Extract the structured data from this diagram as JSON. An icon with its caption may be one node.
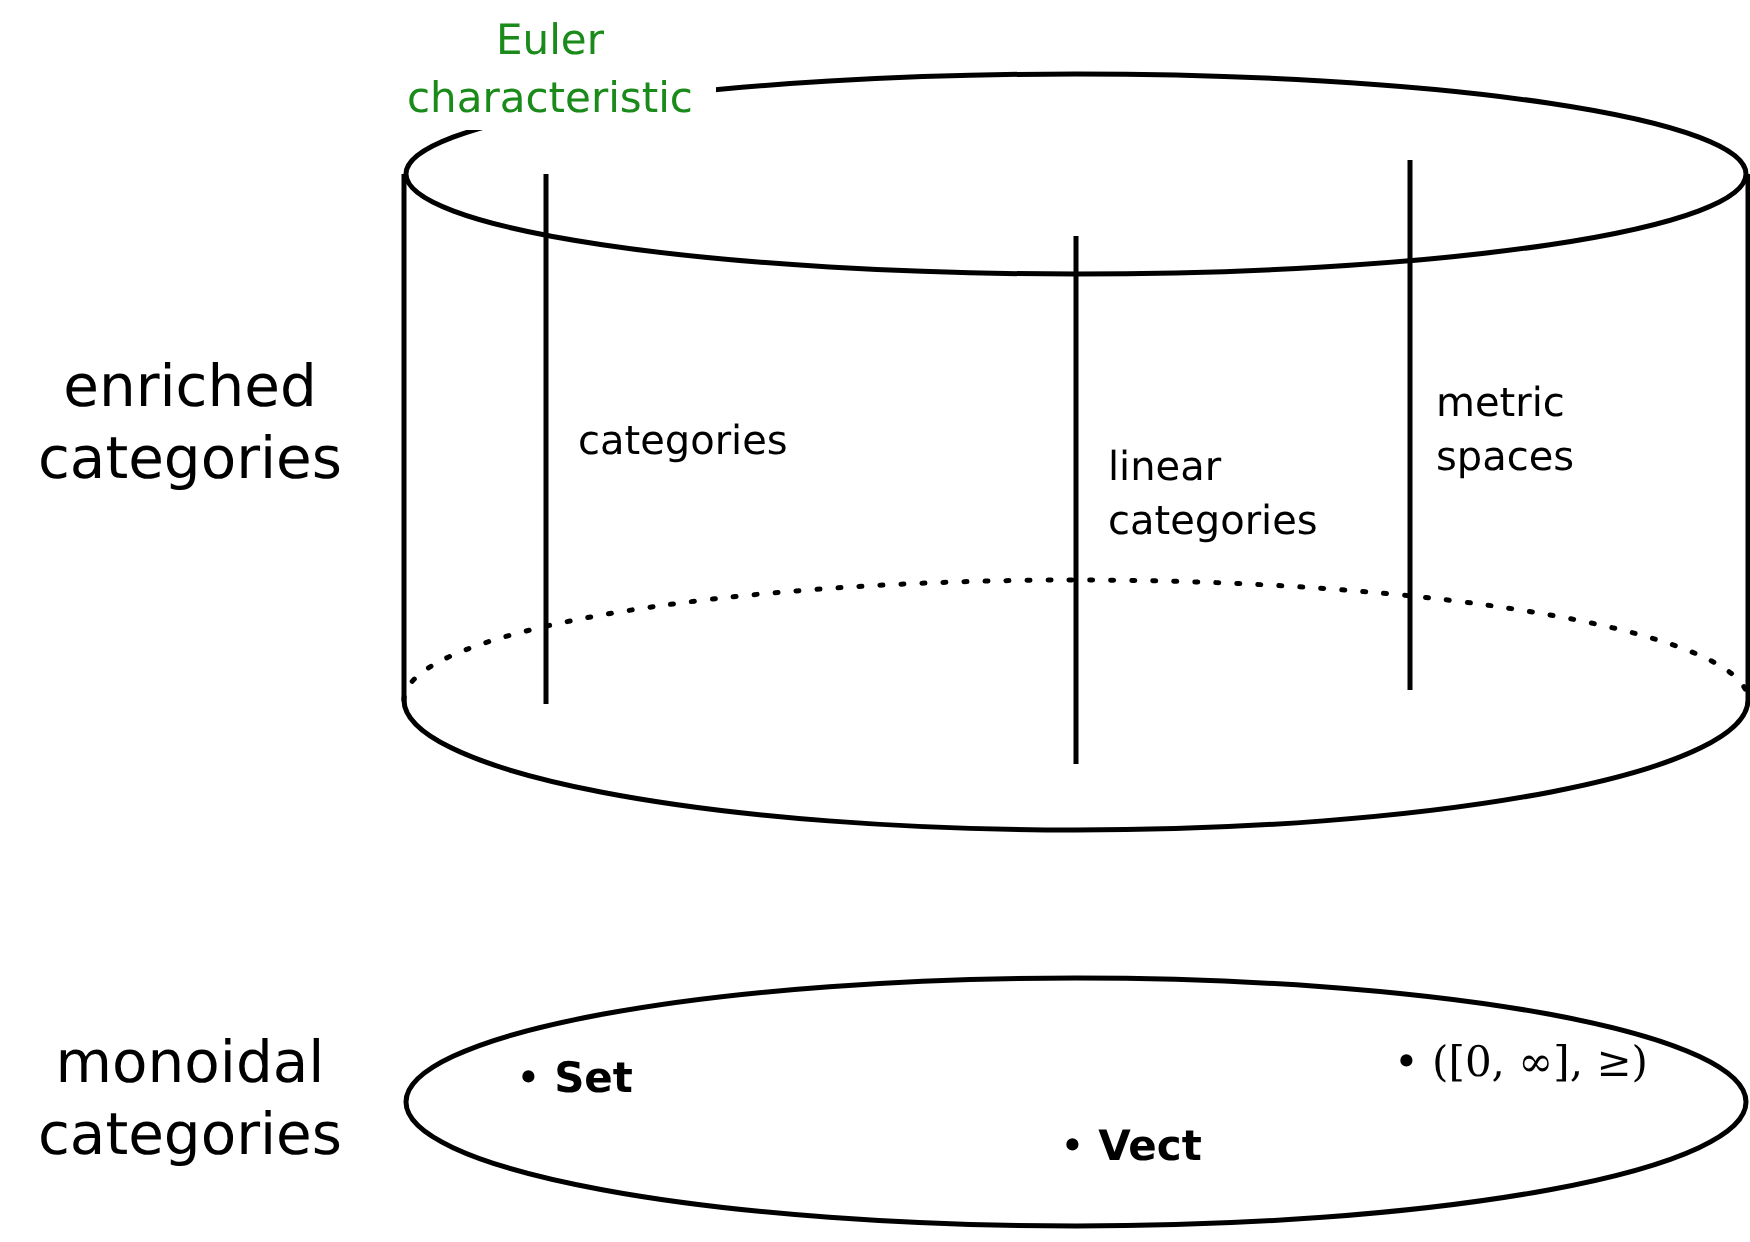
{
  "diagram": {
    "nodes": [
      {
        "text": [],
        "shape": "cylinder",
        "beside": [
          "enriched categories"
        ]
      },
      {
        "text": [
          "categories"
        ],
        "in": 0
      },
      {
        "text": [
          "linear categories"
        ],
        "in": 0
      },
      {
        "text": [
          "metric spaces"
        ],
        "in": 0
      },
      {
        "text": [],
        "shape": "ellipse",
        "beside": [
          "monoidal categories"
        ]
      },
      {
        "text": [
          "• **Set**"
        ],
        "in": 4
      },
      {
        "text": [
          "• **Vect**"
        ],
        "in": 4
      },
      {
        "text": [
          "• ([0, ∞], ≥)"
        ],
        "in": 4
      }
    ],
    "edges": [],
    "labels": [
      "Euler characteristic"
    ]
  }
}
